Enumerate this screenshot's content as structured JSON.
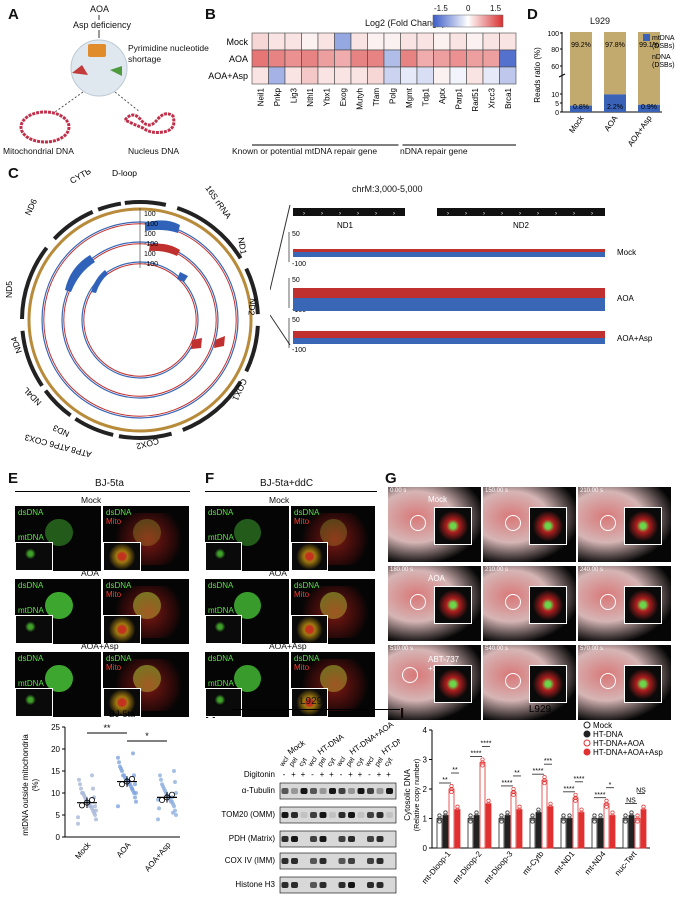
{
  "panels": {
    "A": "A",
    "B": "B",
    "C": "C",
    "D": "D",
    "E": "E",
    "F": "F",
    "G": "G",
    "H": "H",
    "I": "I"
  },
  "panelA": {
    "top": "AOA",
    "line1": "Asp deficiency",
    "line2": "Pyrimidine nucleotide",
    "line3": "shortage",
    "mito": "Mitochondrial DNA",
    "nucleus": "Nucleus DNA"
  },
  "panelB": {
    "legend_title": "Log2 (Fold Change)",
    "legend_ticks": [
      "-1.5",
      "0",
      "1.5"
    ],
    "rows": [
      "Mock",
      "AOA",
      "AOA+Asp"
    ],
    "genes": [
      "Neil1",
      "Pnkp",
      "Lig3",
      "Nthl1",
      "Ybx1",
      "Exog",
      "Mutyh",
      "Tfam",
      "Polg",
      "Mgmt",
      "Tdp1",
      "Aptx",
      "Parp1",
      "Rad51",
      "Xrcc3",
      "Brca1"
    ],
    "group1": "Known or potential mtDNA repair gene",
    "group2": "nDNA repair gene",
    "colors": {
      "neg": "#3b5bc7",
      "zero": "#ffffff",
      "pos": "#d93030"
    }
  },
  "chart_data": [
    {
      "type": "heatmap",
      "rows": [
        "Mock",
        "AOA",
        "AOA+Asp"
      ],
      "columns": [
        "Neil1",
        "Pnkp",
        "Lig3",
        "Nthl1",
        "Ybx1",
        "Exog",
        "Mutyh",
        "Tfam",
        "Polg",
        "Mgmt",
        "Tdp1",
        "Aptx",
        "Parp1",
        "Rad51",
        "Xrcc3",
        "Brca1"
      ],
      "values": [
        [
          0.3,
          0.2,
          0.2,
          0.1,
          0.2,
          -0.8,
          0.2,
          0.1,
          0.1,
          0.2,
          0.2,
          0.1,
          0.2,
          0.1,
          0.2,
          0.2
        ],
        [
          1.0,
          0.9,
          0.8,
          0.9,
          0.7,
          0.6,
          0.9,
          0.9,
          -0.6,
          0.9,
          0.6,
          0.7,
          0.8,
          0.7,
          0.7,
          -1.3
        ],
        [
          0.2,
          -0.7,
          0.2,
          0.4,
          0.2,
          0.2,
          0.2,
          0.3,
          -0.4,
          -0.2,
          -0.3,
          0.1,
          -0.1,
          0.2,
          -0.2,
          -0.5
        ]
      ],
      "title": "Log2 (Fold Change)",
      "range": [
        -1.5,
        1.5
      ]
    },
    {
      "type": "bar",
      "title": "L929",
      "ylabel": "Reads ratio (%)",
      "categories": [
        "Mock",
        "AOA",
        "AOA+Asp"
      ],
      "series": [
        {
          "name": "mtDNA (DSBs)",
          "values": [
            0.8,
            2.2,
            0.9
          ]
        },
        {
          "name": "nDNA (DSBs)",
          "values": [
            99.2,
            97.8,
            99.1
          ]
        }
      ],
      "data_labels_top": [
        "99.2%",
        "97.8%",
        "99.1%"
      ],
      "data_labels_bottom": [
        "0.8%",
        "2.2%",
        "0.9%"
      ],
      "yticks": [
        "0",
        "5",
        "10",
        "60",
        "80",
        "100"
      ]
    },
    {
      "type": "scatter",
      "title": "BJ-5ta",
      "ylabel": "mtDNA outside mitochondria (%)",
      "categories": [
        "Mock",
        "AOA",
        "AOA+Asp"
      ],
      "ylim": [
        0,
        25
      ],
      "yticks": [
        "0",
        "5",
        "10",
        "15",
        "20",
        "25"
      ],
      "means": [
        7.8,
        12.6,
        9.0
      ],
      "significance": [
        "**",
        "*"
      ]
    },
    {
      "type": "bar",
      "title": "L929",
      "ylabel": "Cytosolic DNA (Relative copy number)",
      "categories": [
        "mt-Dloop-1",
        "mt-Dloop-2",
        "mt-Dloop-3",
        "mt-Cytb",
        "mt-ND1",
        "mt-ND4",
        "nuc-Tert"
      ],
      "ylim": [
        0,
        4
      ],
      "yticks": [
        "0",
        "1",
        "2",
        "3",
        "4"
      ],
      "series": [
        {
          "name": "Mock",
          "values": [
            1.0,
            1.0,
            1.0,
            1.0,
            1.0,
            1.0,
            1.0
          ]
        },
        {
          "name": "HT-DNA",
          "values": [
            1.1,
            1.1,
            1.1,
            1.2,
            1.0,
            1.0,
            1.1
          ]
        },
        {
          "name": "HT-DNA+AOA",
          "values": [
            2.0,
            2.9,
            1.9,
            2.3,
            1.7,
            1.5,
            1.0
          ]
        },
        {
          "name": "HT-DNA+AOA+Asp",
          "values": [
            1.3,
            1.5,
            1.3,
            1.4,
            1.2,
            1.1,
            1.3
          ]
        }
      ],
      "colors": [
        "#222222",
        "#222222",
        "#e03030",
        "#e03030"
      ],
      "significance": [
        "**",
        "**",
        "****",
        "****",
        "****",
        "**",
        "****",
        "***",
        "****",
        "****",
        "****",
        "*",
        "NS",
        "NS"
      ]
    }
  ],
  "panelC": {
    "region": "chrM:3,000-5,000",
    "genes_ring": [
      "D-loop",
      "16S rRNA",
      "ND1",
      "ND2",
      "COX1",
      "COX2",
      "ATP8 ATP6 COX3",
      "ND3",
      "ND4L",
      "ND4",
      "ND5",
      "ND6",
      "CYTB"
    ],
    "ring_ticks": [
      "100",
      "-100",
      "100",
      "-100",
      "100",
      "-100"
    ],
    "track_labels": [
      "Mock",
      "AOA",
      "AOA+Asp"
    ],
    "gene_labels": [
      "ND1",
      "ND2"
    ],
    "ytick_top": "50",
    "ytick_bottom": "-100"
  },
  "panelD": {
    "title": "L929",
    "legend": [
      "mtDNA (DSBs)",
      "nDNA (DSBs)"
    ],
    "colors": {
      "mt": "#3a63b8",
      "n": "#c2aa6e"
    }
  },
  "panelE": {
    "title": "BJ-5ta",
    "rows": [
      "Mock",
      "AOA",
      "AOA+Asp"
    ],
    "ch1": "dsDNA",
    "ch2": "Mito",
    "inset": "mtDNA"
  },
  "panelF": {
    "title": "BJ-5ta+ddC",
    "rows": [
      "Mock",
      "AOA",
      "AOA+Asp"
    ],
    "ch1": "dsDNA",
    "ch2": "Mito",
    "inset": "mtDNA"
  },
  "panelG": {
    "row_labels": [
      "Mock",
      "AOA",
      "ABT-737 +S63845"
    ],
    "timestamps": [
      "0.00 s",
      "150.00 s",
      "210.00 s",
      "180.00 s",
      "210.00 s",
      "240.00 s",
      "510.00 s",
      "540.00 s",
      "570.00 s"
    ]
  },
  "panelH": {
    "title": "L929",
    "groups": [
      "Mock",
      "HT-DNA",
      "HT-DNA+AOA",
      "HT-DNA+AOA +Asp"
    ],
    "lanes": [
      "wcl",
      "pel",
      "cyt"
    ],
    "digitonin": "Digitonin",
    "digitonin_signs": [
      "-",
      "+",
      "+",
      "-",
      "+",
      "+",
      "-",
      "+",
      "+",
      "-",
      "+",
      "+"
    ],
    "proteins": [
      "α-Tubulin",
      "TOM20 (OMM)",
      "PDH (Matrix)",
      "COX IV (IMM)",
      "Histone H3"
    ]
  }
}
